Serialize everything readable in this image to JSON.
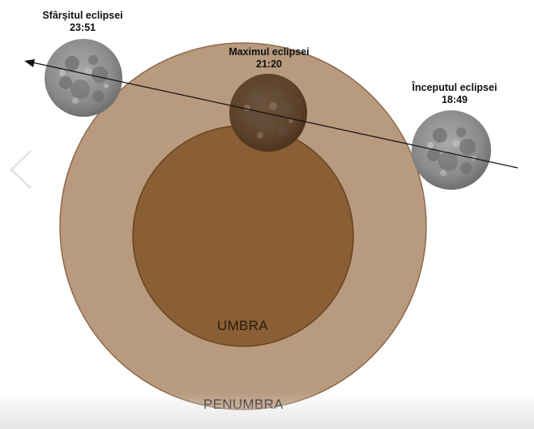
{
  "diagram": {
    "penumbra_label": "PENUMBRA",
    "umbra_label": "UMBRA",
    "moons": [
      {
        "name": "Sfârșitul eclipsei",
        "time": "23:51",
        "state": "end"
      },
      {
        "name": "Maximul eclipsei",
        "time": "21:20",
        "state": "maximum"
      },
      {
        "name": "Începutul eclipsei",
        "time": "18:49",
        "state": "beginning"
      }
    ],
    "colors": {
      "penumbra": "#b89a7e",
      "penumbra_edge": "#8f6a4d",
      "umbra": "#8a5f35",
      "umbra_edge": "#6a4420",
      "moon_gray": "#8e8e8e",
      "moon_eclipsed": "#5b3a1f",
      "path_line": "#111111"
    },
    "icons": [
      "moon-icon",
      "arrow-left-icon",
      "chevron-left-icon"
    ]
  }
}
